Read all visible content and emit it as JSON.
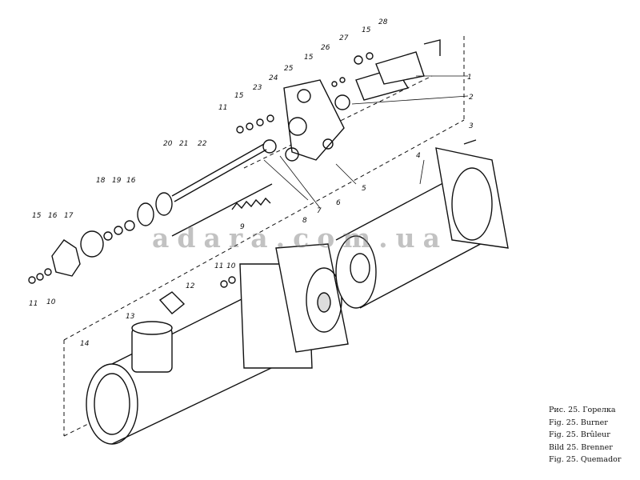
{
  "watermark": "adara.com.ua",
  "caption": [
    "Рис. 25. Горелка",
    "Fig. 25. Burner",
    "Fig. 25. Brûleur",
    "Bild 25. Brenner",
    "Fig. 25. Quemador"
  ],
  "labels": [
    "1",
    "2",
    "3",
    "4",
    "5",
    "6",
    "7",
    "8",
    "9",
    "10",
    "10",
    "11",
    "11",
    "11",
    "12",
    "13",
    "14",
    "15",
    "15",
    "15",
    "15",
    "16",
    "16",
    "17",
    "18",
    "19",
    "20",
    "21",
    "22",
    "23",
    "24",
    "25",
    "26",
    "27",
    "28"
  ]
}
